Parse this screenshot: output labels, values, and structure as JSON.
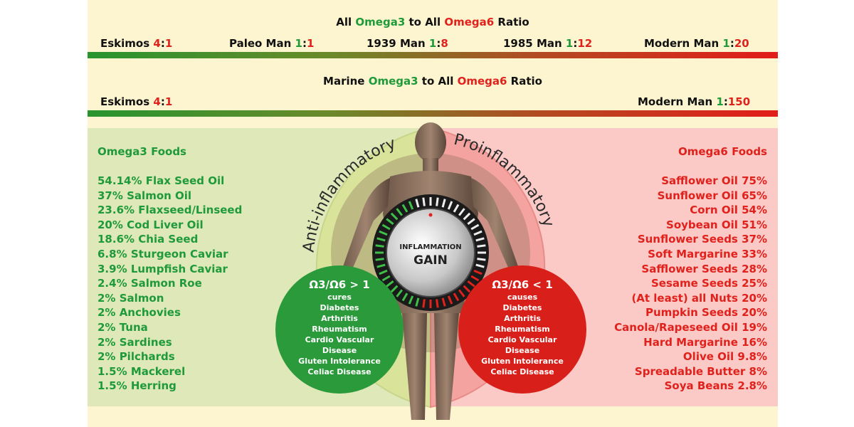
{
  "ratio_all": {
    "title_pre": "All ",
    "title_omega3": "Omega3",
    "title_mid": " to All ",
    "title_omega6": "Omega6",
    "title_post": " Ratio",
    "items": [
      {
        "label": "Eskimos ",
        "a": "4",
        "sep": ":",
        "b": "1"
      },
      {
        "label": "Paleo Man ",
        "a": "1",
        "sep": ":",
        "b": "1"
      },
      {
        "label": "1939 Man ",
        "a": "1",
        "sep": ":",
        "b": "8"
      },
      {
        "label": "1985 Man ",
        "a": "1",
        "sep": ":",
        "b": "12"
      },
      {
        "label": "Modern Man ",
        "a": "1",
        "sep": ":",
        "b": "20"
      }
    ]
  },
  "ratio_marine": {
    "title_pre": "Marine ",
    "title_omega3": "Omega3",
    "title_mid": " to All ",
    "title_omega6": "Omega6",
    "title_post": " Ratio",
    "items": [
      {
        "label": "Eskimos ",
        "a": "4",
        "sep": ":",
        "b": "1"
      },
      {
        "label": "Modern Man ",
        "a": "1",
        "sep": ":",
        "b": "150"
      }
    ]
  },
  "omega3": {
    "title": "Omega3 Foods",
    "foods": [
      "54.14% Flax Seed Oil",
      "37% Salmon Oil",
      "23.6% Flaxseed/Linseed",
      "20% Cod Liver Oil",
      "18.6% Chia Seed",
      "6.8% Sturgeon Caviar",
      "3.9% Lumpfish Caviar",
      "2.4% Salmon Roe",
      "2% Salmon",
      "2% Anchovies",
      "2% Tuna",
      "2% Sardines",
      "2% Pilchards",
      "1.5% Mackerel",
      "1.5% Herring"
    ]
  },
  "omega6": {
    "title": "Omega6 Foods",
    "foods": [
      "Safflower Oil 75%",
      "Sunflower Oil 65%",
      "Corn Oil 54%",
      "Soybean Oil 51%",
      "Sunflower Seeds 37%",
      "Soft Margarine 33%",
      "Safflower Seeds 28%",
      "Sesame Seeds 25%",
      "(At least) all Nuts 20%",
      "Pumpkin Seeds 20%",
      "Canola/Rapeseed Oil 19%",
      "Hard Margarine 16%",
      "Olive Oil 9.8%",
      "Spreadable Butter 8%",
      "Soya Beans 2.8%"
    ]
  },
  "arc_left": "Anti-inflammatory",
  "arc_right": "Proinflammatory",
  "dial": {
    "line1": "INFLAMMATION",
    "line2": "GAIN"
  },
  "circle_left": {
    "head": "Ω3/Ω6 > 1",
    "verb": "cures",
    "items": [
      "Diabetes",
      "Arthritis",
      "Rheumatism",
      "Cardio Vascular",
      "Disease",
      "Gluten Intolerance",
      "Celiac Disease"
    ]
  },
  "circle_right": {
    "head": "Ω3/Ω6 < 1",
    "verb": "causes",
    "items": [
      "Diabetes",
      "Arthritis",
      "Rheumatism",
      "Cardio Vascular",
      "Disease",
      "Gluten Intolerance",
      "Celiac Disease"
    ]
  },
  "colors": {
    "green": "#1f9a3a",
    "red": "#e0211c",
    "panel": "#fdf5cf"
  }
}
